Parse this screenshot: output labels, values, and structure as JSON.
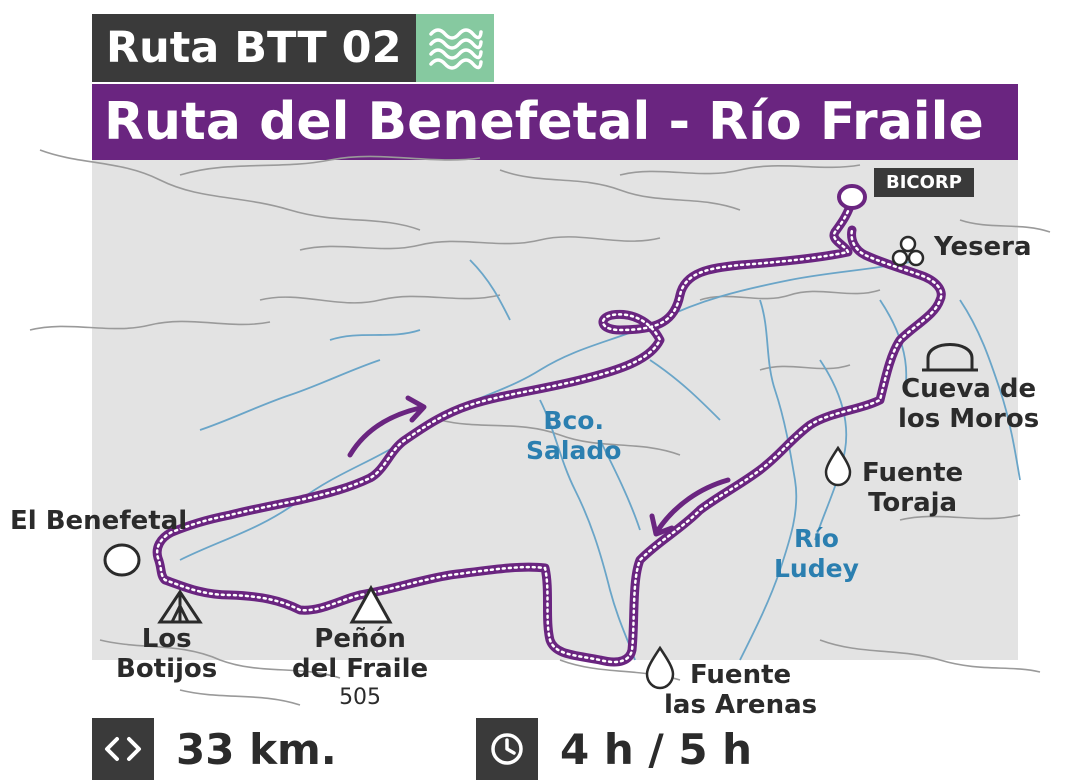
{
  "header": {
    "route_code": "Ruta BTT 02",
    "route_icon": "water-waves-icon",
    "title": "Ruta del Benefetal - Río Fraile"
  },
  "colors": {
    "route_purple": "#6a2580",
    "tag_dark": "#3a3a3a",
    "tag_green": "#86c9a0",
    "map_gray": "#e3e3e3",
    "river_blue": "#6aa5c8",
    "water_label_blue": "#2b7fb0"
  },
  "places": {
    "bicorp": "BICORP",
    "yesera": "Yesera",
    "cueva_line1": "Cueva de",
    "cueva_line2": "los Moros",
    "fuente_toraja_line1": "Fuente",
    "fuente_toraja_line2": "Toraja",
    "el_benefetal": "El Benefetal",
    "los_botijos_line1": "Los",
    "los_botijos_line2": "Botijos",
    "penon_line1": "Peñón",
    "penon_line2": "del Fraile",
    "penon_elevation": "505",
    "fuente_arenas_line1": "Fuente",
    "fuente_arenas_line2": "las Arenas"
  },
  "water": {
    "salado_line1": "Bco.",
    "salado_line2": "Salado",
    "ludey_line1": "Río",
    "ludey_line2": "Ludey"
  },
  "icons": {
    "start": "circle-marker-icon",
    "yesera": "gypsum-quarry-icon",
    "cueva": "cave-icon",
    "fuente": "water-drop-icon",
    "los_botijos": "camp-tent-icon",
    "penon": "peak-triangle-icon",
    "direction": "direction-arrow-icon",
    "distance": "distance-arrows-icon",
    "time": "clock-icon"
  },
  "stats": {
    "distance": "33 km.",
    "duration": "4 h / 5 h"
  }
}
